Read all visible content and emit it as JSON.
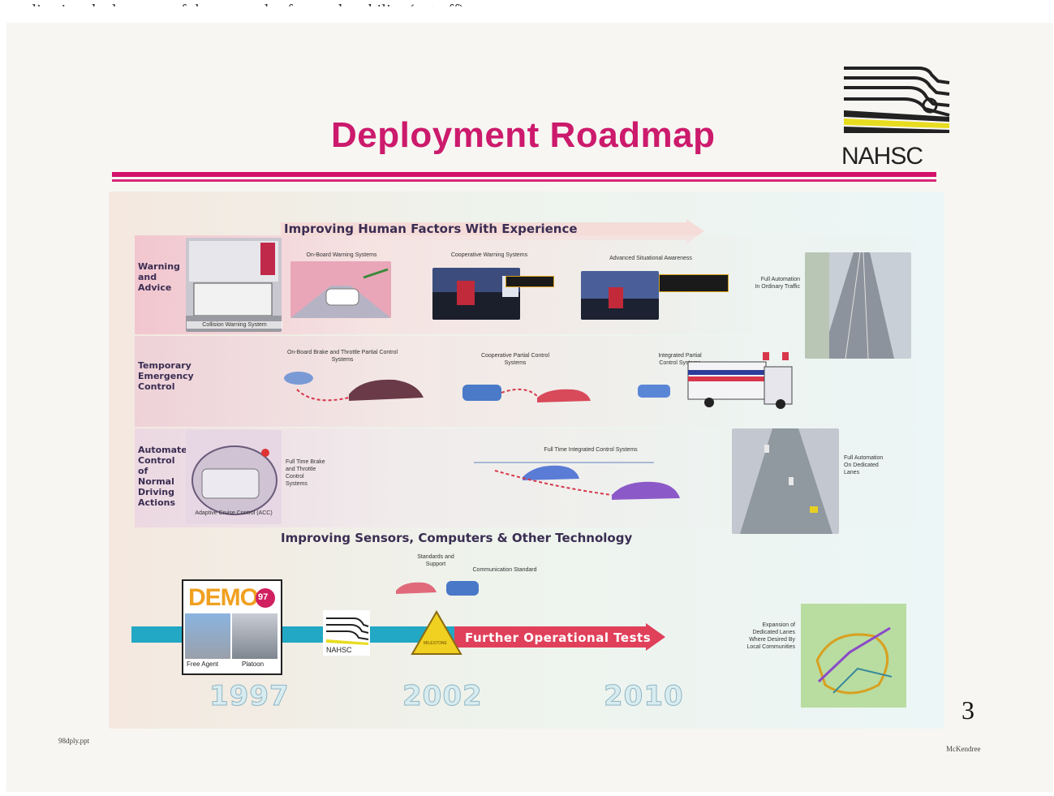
{
  "top_text": "application deployment of these...road safety and mobility (cut off)",
  "title": "Deployment Roadmap",
  "logo": {
    "text": "NAHSC"
  },
  "headers": {
    "human_factors": "Improving Human Factors With Experience",
    "sensors": "Improving Sensors, Computers & Other Technology"
  },
  "rows": [
    {
      "label": "Warning and Advice"
    },
    {
      "label": "Temporary Emergency Control"
    },
    {
      "label": "Automated Control of Normal Driving Actions"
    }
  ],
  "captions": {
    "collision_warning": "Collision Warning System",
    "onboard_warning": "On-Board Warning Systems",
    "coop_warning": "Cooperative Warning Systems",
    "advanced_awareness": "Advanced Situational Awareness",
    "full_auto_ordinary": "Full Automation In Ordinary Traffic",
    "onboard_brake": "On-Board Brake and Throttle Partial Control Systems",
    "coop_partial": "Cooperative Partial Control Systems",
    "integrated_partial": "Integrated Partial Control Systems",
    "full_time_brake": "Full Time Brake and Throttle Control Systems",
    "acc": "Adaptive Cruise Control (ACC)",
    "full_time_integrated": "Full Time Integrated Control Systems",
    "full_auto_dedicated": "Full Automation On Dedicated Lanes",
    "standards": "Standards and Support",
    "comm_standard": "Communication Standard",
    "expansion": "Expansion of Dedicated Lanes Where Desired By Local Communities",
    "free_agent": "Free Agent",
    "platoon": "Platoon"
  },
  "timeline": {
    "demo": "DEMO",
    "demo_year_badge": "97",
    "further_tests": "Further Operational Tests",
    "years": [
      "1997",
      "2002",
      "2010"
    ],
    "milestone_sign": "MILESTONE"
  },
  "colors": {
    "title": "#cc1a6c",
    "rule": "#d4126a",
    "timeline_bar": "#22a8c4",
    "arrow_red": "#e0405a",
    "header_arrow": "#f3b3b0"
  },
  "slide_number": "3",
  "footer": {
    "left": "98dply.ppt",
    "right": "McKendree"
  }
}
